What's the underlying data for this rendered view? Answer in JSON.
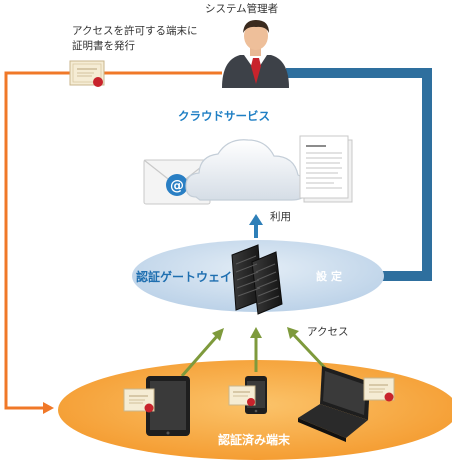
{
  "labels": {
    "admin": "システム管理者",
    "cert_note_line1": "アクセスを許可する端末に",
    "cert_note_line2": "証明書を発行",
    "cloud_service": "クラウドサービス",
    "use": "利用",
    "gateway": "認証ゲートウェイ",
    "setting": "設定",
    "access": "アクセス",
    "devices": "認証済み端末"
  },
  "icons": {
    "admin": "businessman-icon",
    "certificate": "certificate-icon",
    "email": "email-envelope-icon",
    "cloud": "cloud-icon",
    "document": "document-icon",
    "server": "server-icon",
    "tablet": "tablet-icon",
    "smartphone": "smartphone-icon",
    "laptop": "laptop-icon"
  },
  "colors": {
    "orange_flow": "#f07828",
    "blue_flow": "#2e6f9e",
    "green_arrow": "#7e9a3c",
    "gateway_ellipse": "#c9dbec",
    "devices_ellipse": "#f7a33c",
    "cloud_title": "#1f7fc4"
  }
}
